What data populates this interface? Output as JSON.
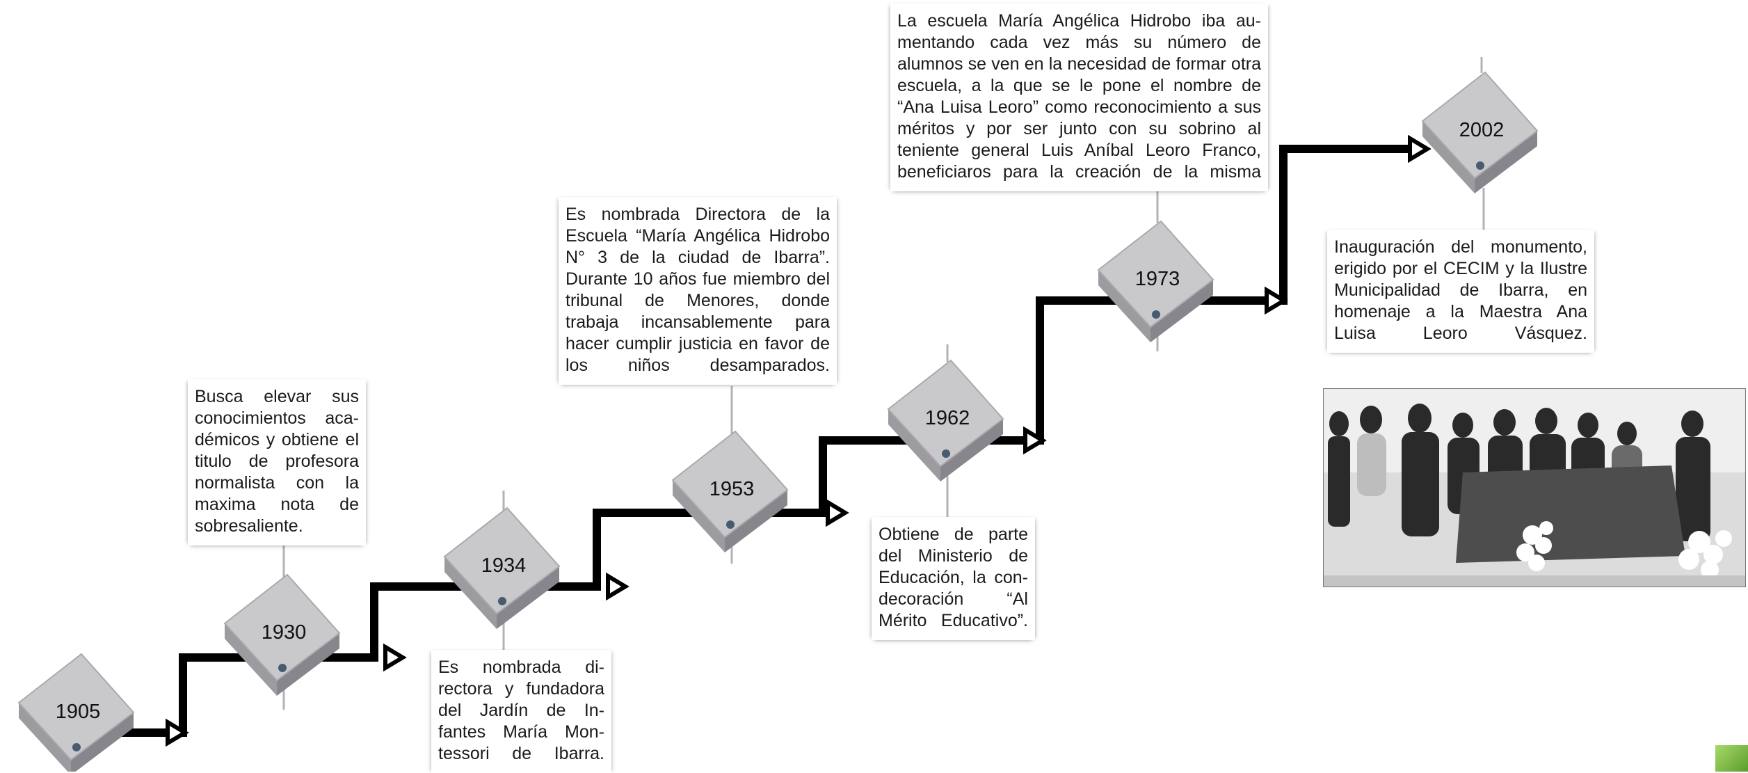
{
  "timeline": {
    "years": [
      "1905",
      "1930",
      "1934",
      "1953",
      "1962",
      "1973",
      "2002"
    ],
    "notes": [
      {
        "year": "1930",
        "text": "Busca elevar sus conocimientos aca­démicos y obtiene el titulo de profeso­ra normalista con la maxima nota de sobresaliente."
      },
      {
        "year": "1934",
        "text": "Es nombrada di­rectora y fundado­ra del Jardín de In­fantes María Mon­tessori de Ibarra."
      },
      {
        "year": "1953",
        "text": "Es nombrada Directora de la Escuela “María Angélica Hidro­bo N° 3 de la ciudad de Ibarra”. Durante 10 años fue miembro del tribunal de Menores, donde trabaja incansablemente para hacer cumplir justicia en favor de los niños desamparados."
      },
      {
        "year": "1962",
        "text": "Obtiene de parte del Ministerio de Educación, la con­decoración “Al Mérito Educativo”."
      },
      {
        "year": "1973",
        "text": "La escuela María Angélica Hidrobo iba au­mentando cada vez más su número de alumnos se ven en la necesidad de formar otra escuela, a la que se le pone el nombre de “Ana Luisa Leoro” como reconocimiento a sus méritos y por ser junto con su sobrino al teniente general Luis Aníbal Leoro Franco, beneficiaros para la creación de la misma"
      },
      {
        "year": "2002",
        "text": "Inauguración del monumento, erigido por el CECIM y la Ilus­tre Municipalidad de Ibarra, en homenaje a la Maes­tra Ana Luisa Leoro Vásquez."
      }
    ]
  },
  "colors": {
    "path": "#000000",
    "cube_top": "#c9c9cc",
    "cube_left": "#9b9ba0",
    "cube_bottom": "#86868c",
    "connector": "#b3b3b3",
    "accent_corner": "#6cb33f"
  },
  "photo": {
    "icon": "group-photo"
  }
}
